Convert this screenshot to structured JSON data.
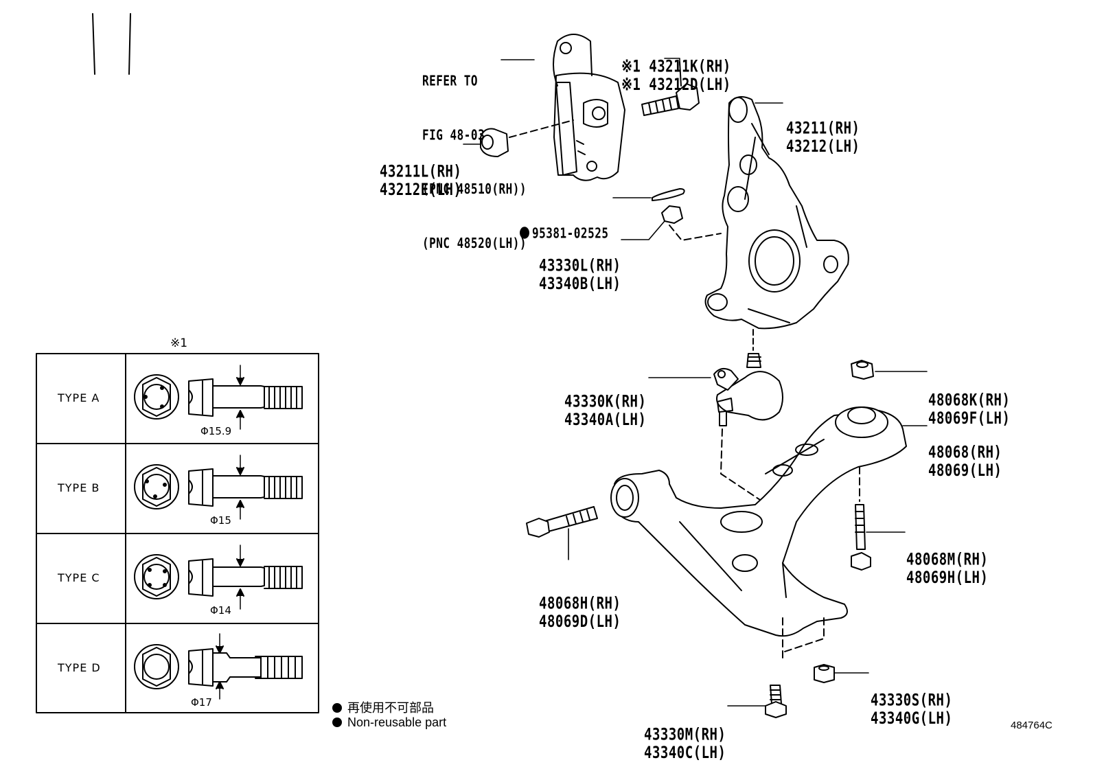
{
  "refer": {
    "line1": "REFER TO",
    "line2": "FIG 48-03",
    "line3": "(PNC 48510(RH))",
    "line4": "(PNC 48520(LH))"
  },
  "parts": {
    "bolt_knuckle": {
      "rh": "※1 43211K(RH)",
      "lh": "※1 43212D(LH)"
    },
    "knuckle": {
      "rh": "43211(RH)",
      "lh": "43212(LH)"
    },
    "washer": {
      "rh": "43211L(RH)",
      "lh": "43212E(LH)"
    },
    "cotter_pin": {
      "pn": "95381-02525"
    },
    "nut_upper": {
      "rh": "43330L(RH)",
      "lh": "43340B(LH)"
    },
    "ball_joint": {
      "rh": "43330K(RH)",
      "lh": "43340A(LH)"
    },
    "nut_arm": {
      "rh": "48068K(RH)",
      "lh": "48069F(LH)"
    },
    "lower_arm": {
      "rh": "48068(RH)",
      "lh": "48069(LH)"
    },
    "bolt_vertical": {
      "rh": "48068M(RH)",
      "lh": "48069H(LH)"
    },
    "bolt_front": {
      "rh": "48068H(RH)",
      "lh": "48069D(LH)"
    },
    "nut_lower": {
      "rh": "43330S(RH)",
      "lh": "43340G(LH)"
    },
    "bolt_lower": {
      "rh": "43330M(RH)",
      "lh": "43340C(LH)"
    }
  },
  "table": {
    "note": "※1",
    "rows": [
      {
        "type": "TYPE A",
        "diameter": "Φ15.9"
      },
      {
        "type": "TYPE B",
        "diameter": "Φ15"
      },
      {
        "type": "TYPE C",
        "diameter": "Φ14"
      },
      {
        "type": "TYPE D",
        "diameter": "Φ17"
      }
    ]
  },
  "legend": {
    "jp": "再使用不可部品",
    "en": "Non-reusable part"
  },
  "figure_id": "484764C"
}
